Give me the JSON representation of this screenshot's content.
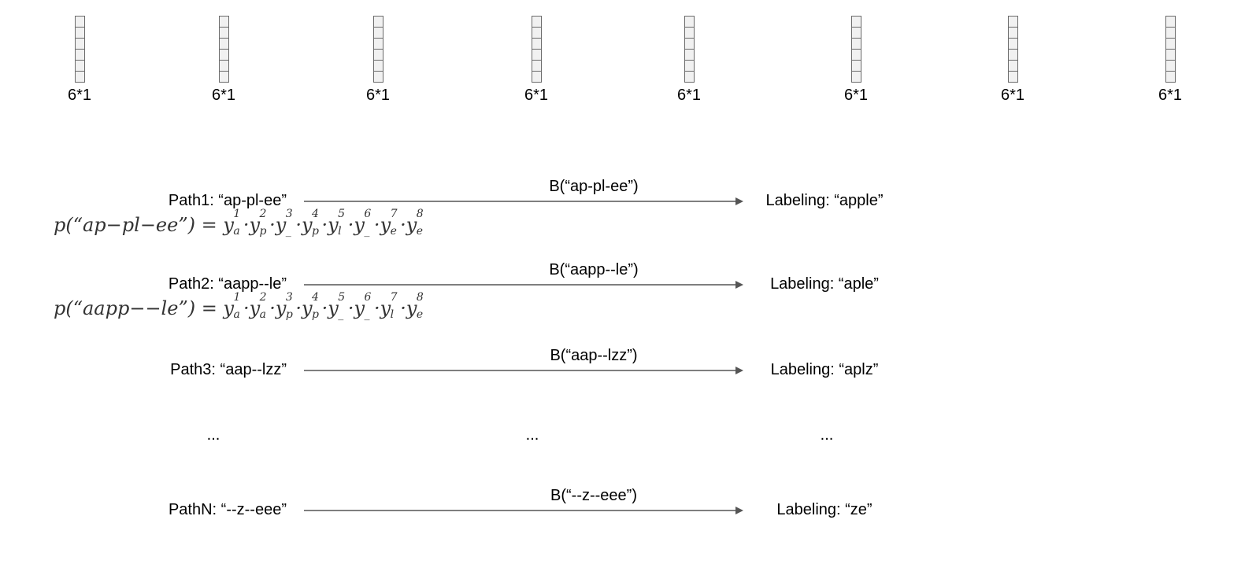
{
  "columns": {
    "count": 8,
    "cells_per_column": 6,
    "label": "6*1"
  },
  "paths": [
    {
      "path_label": "Path1: “ap-pl-ee”",
      "mapping_label": "B(“ap-pl-ee”)",
      "labeling": "Labeling: “apple”"
    },
    {
      "path_label": "Path2: “aapp--le”",
      "mapping_label": "B(“aapp--le”)",
      "labeling": "Labeling: “aple”"
    },
    {
      "path_label": "Path3: “aap--lzz”",
      "mapping_label": "B(“aap--lzz”)",
      "labeling": "Labeling: “aplz”"
    },
    {
      "path_label": "PathN: “--z--eee”",
      "mapping_label": "B(“--z--eee”)",
      "labeling": "Labeling: “ze”"
    }
  ],
  "formulas": [
    {
      "lhs": "p(“ap−pl−ee”) = ",
      "terms": [
        {
          "sub": "a",
          "sup": "1"
        },
        {
          "sub": "p",
          "sup": "2"
        },
        {
          "sub": "_",
          "sup": "3"
        },
        {
          "sub": "p",
          "sup": "4"
        },
        {
          "sub": "l",
          "sup": "5"
        },
        {
          "sub": "_",
          "sup": "6"
        },
        {
          "sub": "e",
          "sup": "7"
        },
        {
          "sub": "e",
          "sup": "8"
        }
      ]
    },
    {
      "lhs": "p(“aapp−−le”) = ",
      "terms": [
        {
          "sub": "a",
          "sup": "1"
        },
        {
          "sub": "a",
          "sup": "2"
        },
        {
          "sub": "p",
          "sup": "3"
        },
        {
          "sub": "p",
          "sup": "4"
        },
        {
          "sub": "_",
          "sup": "5"
        },
        {
          "sub": "_",
          "sup": "6"
        },
        {
          "sub": "l",
          "sup": "7"
        },
        {
          "sub": "e",
          "sup": "8"
        }
      ]
    }
  ],
  "ellipsis": "...",
  "term_base": "y",
  "term_separator": "·",
  "colors": {
    "arrow": "#555555",
    "cell_border": "#6b6b6b",
    "cell_fill": "#f1f1f1"
  }
}
